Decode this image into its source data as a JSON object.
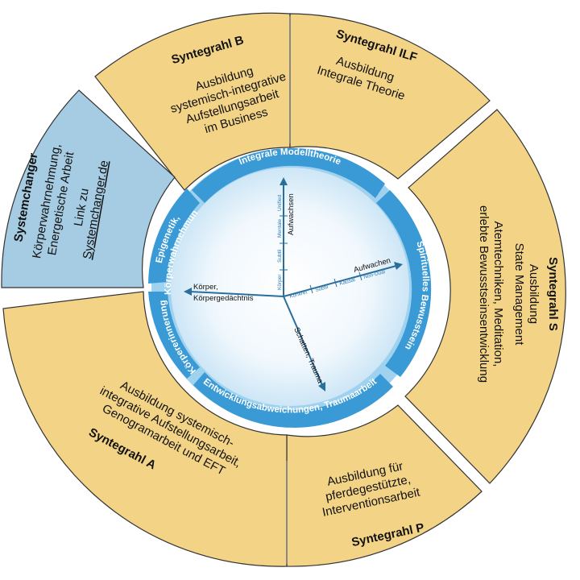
{
  "colors": {
    "gold": "#f3d487",
    "blue_segment": "#a6cce3",
    "ring_blue": "#3a9ad6",
    "ring_light": "#9fd2ee",
    "axis_blue": "#2a6f9c",
    "outline": "#333333",
    "center_light": "#ffffff",
    "center_dark": "#cde6f6"
  },
  "segments": {
    "syntegrahl_b": {
      "title": "Syntegrahl B",
      "lines": [
        "Ausbildung",
        "systemisch-integrative",
        "Aufstellungsarbeit",
        "im Business"
      ]
    },
    "syntegrahl_ilf": {
      "title": "Syntegrahl ILF",
      "lines": [
        "Ausbildung",
        "Integrale Theorie"
      ]
    },
    "syntegrahl_s": {
      "title": "Syntegrahl S",
      "lines": [
        "Ausbildung",
        "State Management",
        "Atemtechniken, Meditation,",
        "erlebte Bewusstseinsentwicklung"
      ]
    },
    "syntegrahl_p": {
      "title": "Syntegrahl P",
      "lines": [
        "Ausbildung für",
        "pferdegestützte,",
        "Interventionsarbeit"
      ]
    },
    "syntegrahl_a": {
      "title": "Syntegrahl A",
      "lines": [
        "Ausbildung systemisch-",
        "integrative Aufstellungsarbeit,",
        "Genogramarbeit und EFT"
      ]
    },
    "systemchanger": {
      "title": "Systemchanger",
      "lines": [
        "Körperwahrnehmung,",
        "Energetische Arbeit",
        "Link zu"
      ],
      "link": "Systemchanger.de"
    }
  },
  "ring": {
    "top": "Integrale Modelltheorie",
    "right": "Spirituelles Bewusstsein",
    "bottom": "Entwicklungsabweichungen, Traumaarbeit",
    "left_lower": "Körpererinnerung",
    "left_upper_1": "Epigenetik,",
    "left_upper_2": "Körperwahrnehmung"
  },
  "axes": {
    "up": "Aufwachsen",
    "right": "Aufwachen",
    "left_1": "Körper,",
    "left_2": "Körpergedächtnis",
    "down": "Schatten, Trauma",
    "up_ticks": [
      "Körper",
      "Subtil",
      "Mentale",
      "Unified"
    ],
    "right_ticks": [
      "Konkret",
      "Subtil",
      "Kausal",
      "Non-Dual"
    ]
  }
}
